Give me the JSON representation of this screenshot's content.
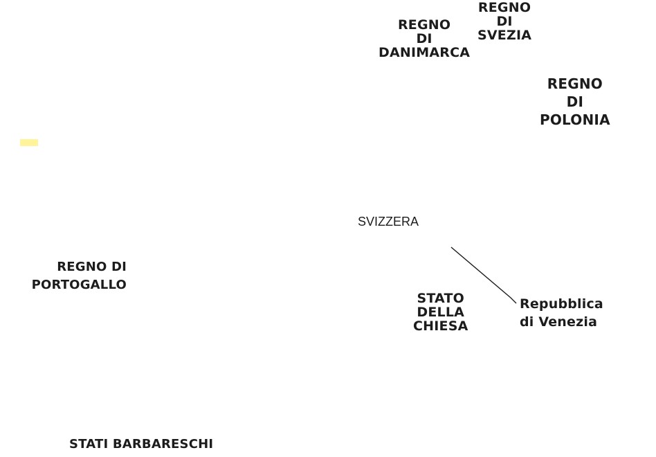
{
  "colors": {
    "text": "#1c1c1c",
    "swatch": "#fff49a",
    "leader_line": "#1c1c1c"
  },
  "labels": {
    "svezia": [
      "REGNO",
      "DI",
      "SVEZIA"
    ],
    "danimarca": [
      "REGNO",
      "DI",
      "DANIMARCA"
    ],
    "polonia": [
      "REGNO",
      "DI",
      "POLONIA"
    ],
    "svizzera": "SVIZZERA",
    "portogallo": [
      "REGNO DI",
      "PORTOGALLO"
    ],
    "chiesa": [
      "STATO",
      "DELLA",
      "CHIESA"
    ],
    "venezia": [
      "Repubblica",
      "di Venezia"
    ],
    "barbareschi": "STATI BARBARESCHI"
  }
}
